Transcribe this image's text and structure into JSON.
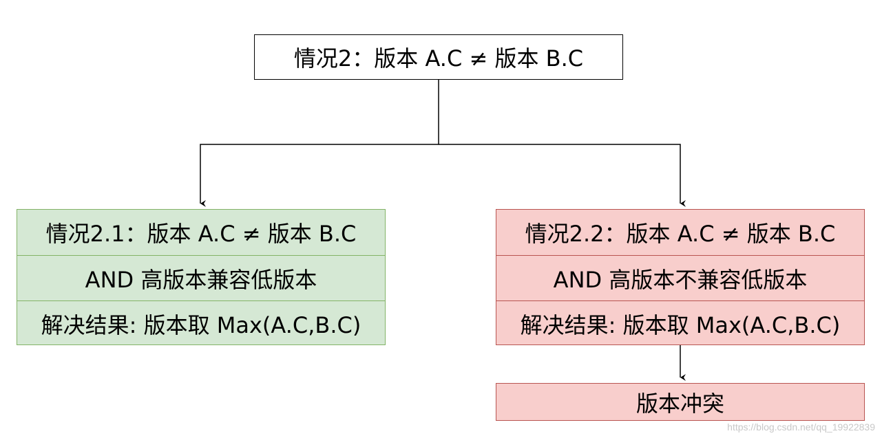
{
  "root": {
    "label": "情况2：版本 A.C ≠ 版本 B.C"
  },
  "case_2_1": {
    "rows": [
      "情况2.1：版本 A.C ≠ 版本 B.C",
      "AND  高版本兼容低版本",
      "解决结果: 版本取 Max(A.C,B.C)"
    ],
    "fill": "#d5e8d4",
    "stroke": "#82b366"
  },
  "case_2_2": {
    "rows": [
      "情况2.2：版本 A.C ≠ 版本 B.C",
      "AND  高版本不兼容低版本",
      "解决结果: 版本取 Max(A.C,B.C)"
    ],
    "fill": "#f8cecc",
    "stroke": "#b85450"
  },
  "conflict": {
    "label": "版本冲突"
  },
  "watermark": "https://blog.csdn.net/qq_19922839"
}
